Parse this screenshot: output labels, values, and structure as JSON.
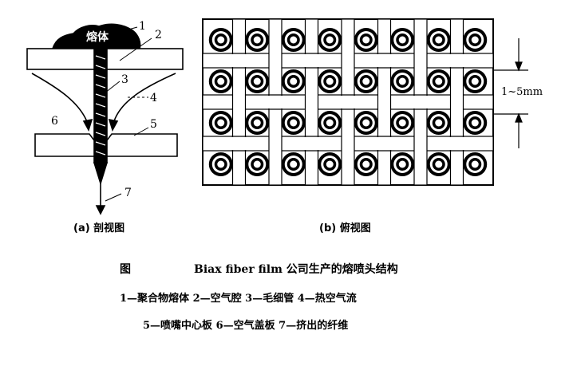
{
  "section_view": {
    "caption": "(a) 剖视图",
    "melt_label": "熔体",
    "callouts": [
      "1",
      "2",
      "3",
      "4",
      "5",
      "6",
      "7"
    ]
  },
  "top_view": {
    "caption": "(b) 俯视图",
    "dimension_label": "1~5mm",
    "rows": 4,
    "columns": 8
  },
  "caption": {
    "figure_prefix": "图",
    "title": "Biax fiber film 公司生产的熔喷头结构",
    "legend_line_1": "1—聚合物熔体  2—空气腔  3—毛细管  4—热空气流",
    "legend_line_2": "5—喷嘴中心板  6—空气盖板  7—挤出的纤维"
  }
}
